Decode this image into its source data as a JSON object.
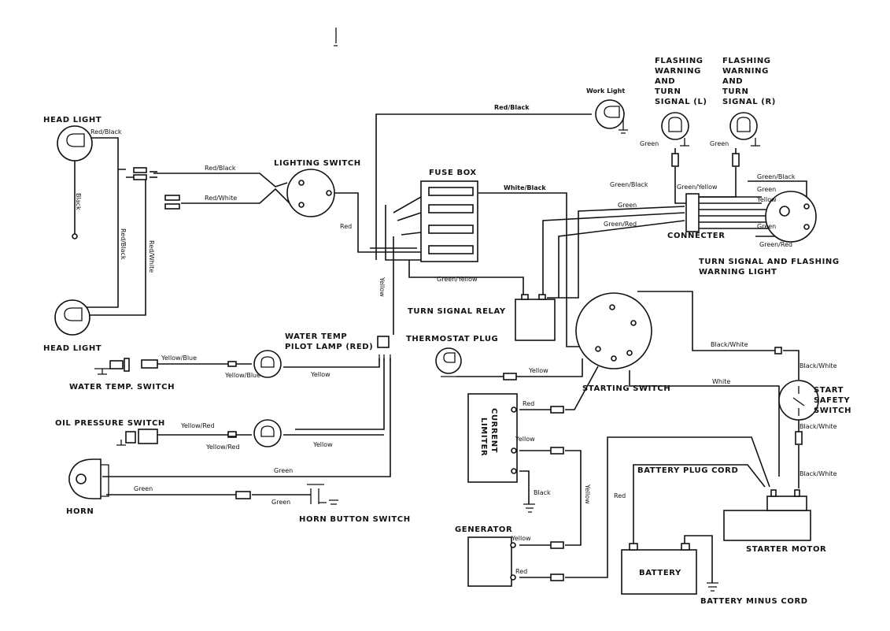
{
  "components": {
    "head_light_top": "HEAD LIGHT",
    "head_light_bottom": "HEAD LIGHT",
    "lighting_switch": "LIGHTING SWITCH",
    "fuse_box": "FUSE BOX",
    "work_light": "Work Light",
    "flashing_left": [
      "FLASHING",
      "WARNING",
      "AND",
      "TURN",
      "SIGNAL (L)"
    ],
    "flashing_right": [
      "FLASHING",
      "WARNING",
      "AND",
      "TURN",
      "SIGNAL (R)"
    ],
    "connecter": "CONNECTER",
    "turn_signal_light": [
      "TURN SIGNAL AND FLASHING",
      "WARNING LIGHT"
    ],
    "turn_signal_relay": "TURN SIGNAL RELAY",
    "water_temp_pilot": [
      "WATER TEMP",
      "PILOT LAMP (RED)"
    ],
    "thermostat_plug": "THERMOSTAT PLUG",
    "water_temp_switch": "WATER TEMP. SWITCH",
    "oil_pressure_switch": "OIL PRESSURE SWITCH",
    "starting_switch": "STARTING SWITCH",
    "start_safety_switch": [
      "START",
      "SAFETY",
      "SWITCH"
    ],
    "current_limiter": [
      "CURRENT",
      "LIMITER"
    ],
    "horn": "HORN",
    "horn_button_switch": "HORN BUTTON SWITCH",
    "battery_plug_cord": "BATTERY PLUG CORD",
    "generator": "GENERATOR",
    "starter_motor": "STARTER MOTOR",
    "battery": "BATTERY",
    "battery_minus_cord": "BATTERY MINUS CORD"
  },
  "wires": {
    "red_black_top": "Red/Black",
    "red_black_hl": "Red/Black",
    "black_hl": "Black",
    "red_black_vert": "Red/Black",
    "red_white_vert": "Red/White",
    "red_black_sw": "Red/Black",
    "red_white_sw": "Red/White",
    "red_sw": "Red",
    "white_black_fuse": "White/Black",
    "green_l": "Green",
    "green_r": "Green",
    "green_black": "Green/Black",
    "green_yellow_top": "Green/Yellow",
    "green_black_r": "Green/Black",
    "green_r2": "Green",
    "yellow_r": "Yellow",
    "green_conn": "Green",
    "green_red_conn": "Green/Red",
    "green_r3": "Green",
    "green_red_r": "Green/Red",
    "green_yellow_relay": "Green/Yellow",
    "yellow_vert": "Yellow",
    "yellow_blue_1": "Yellow/Blue",
    "yellow_blue_2": "Yellow/Blue",
    "yellow_wt": "Yellow",
    "yellow_thermo": "Yellow",
    "yellow_red_1": "Yellow/Red",
    "yellow_red_2": "Yellow/Red",
    "yellow_oil": "Yellow",
    "black_white_1": "Black/White",
    "black_white_2": "Black/White",
    "white_ss": "White",
    "red_cl": "Red",
    "yellow_cl": "Yellow",
    "black_cl": "Black",
    "yellow_gen_vert": "Yellow",
    "black_white_3": "Black/White",
    "black_white_4": "Black/White",
    "green_horn_top": "Green",
    "green_horn_bot": "Green",
    "green_horn_btn": "Green",
    "red_batt": "Red",
    "yellow_gen": "Yellow",
    "red_gen": "Red"
  }
}
